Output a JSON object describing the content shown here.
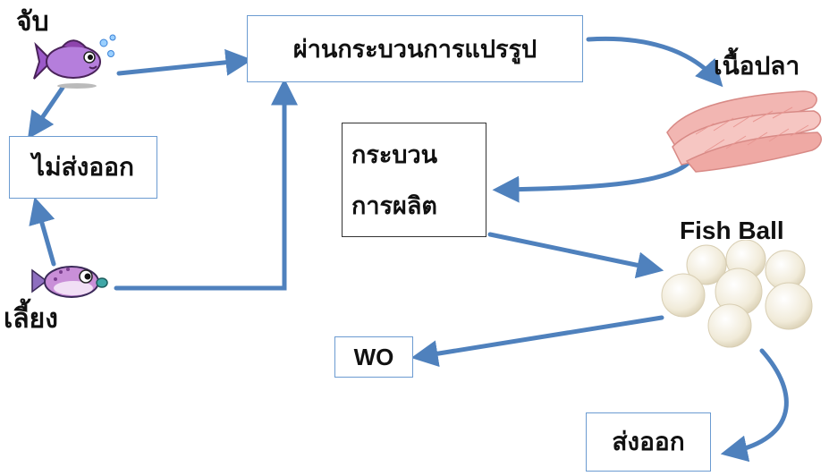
{
  "nodes": {
    "catch": "จับ",
    "not_export": "ไม่ส่งออก",
    "raise": "เลี้ยง",
    "processing": "ผ่านกระบวนการแปรรูป",
    "fish_meat": "เนื้อปลา",
    "production_line1": "กระบวน",
    "production_line2": "การผลิต",
    "fish_ball": "Fish Ball",
    "wo": "WO",
    "export": "ส่งออก"
  },
  "colors": {
    "arrow": "#4f81bd",
    "box_border": "#6b9bd1"
  },
  "icons": [
    "purple-fish-icon",
    "puffer-fish-icon",
    "fish-fillet-image",
    "fish-balls-image"
  ]
}
